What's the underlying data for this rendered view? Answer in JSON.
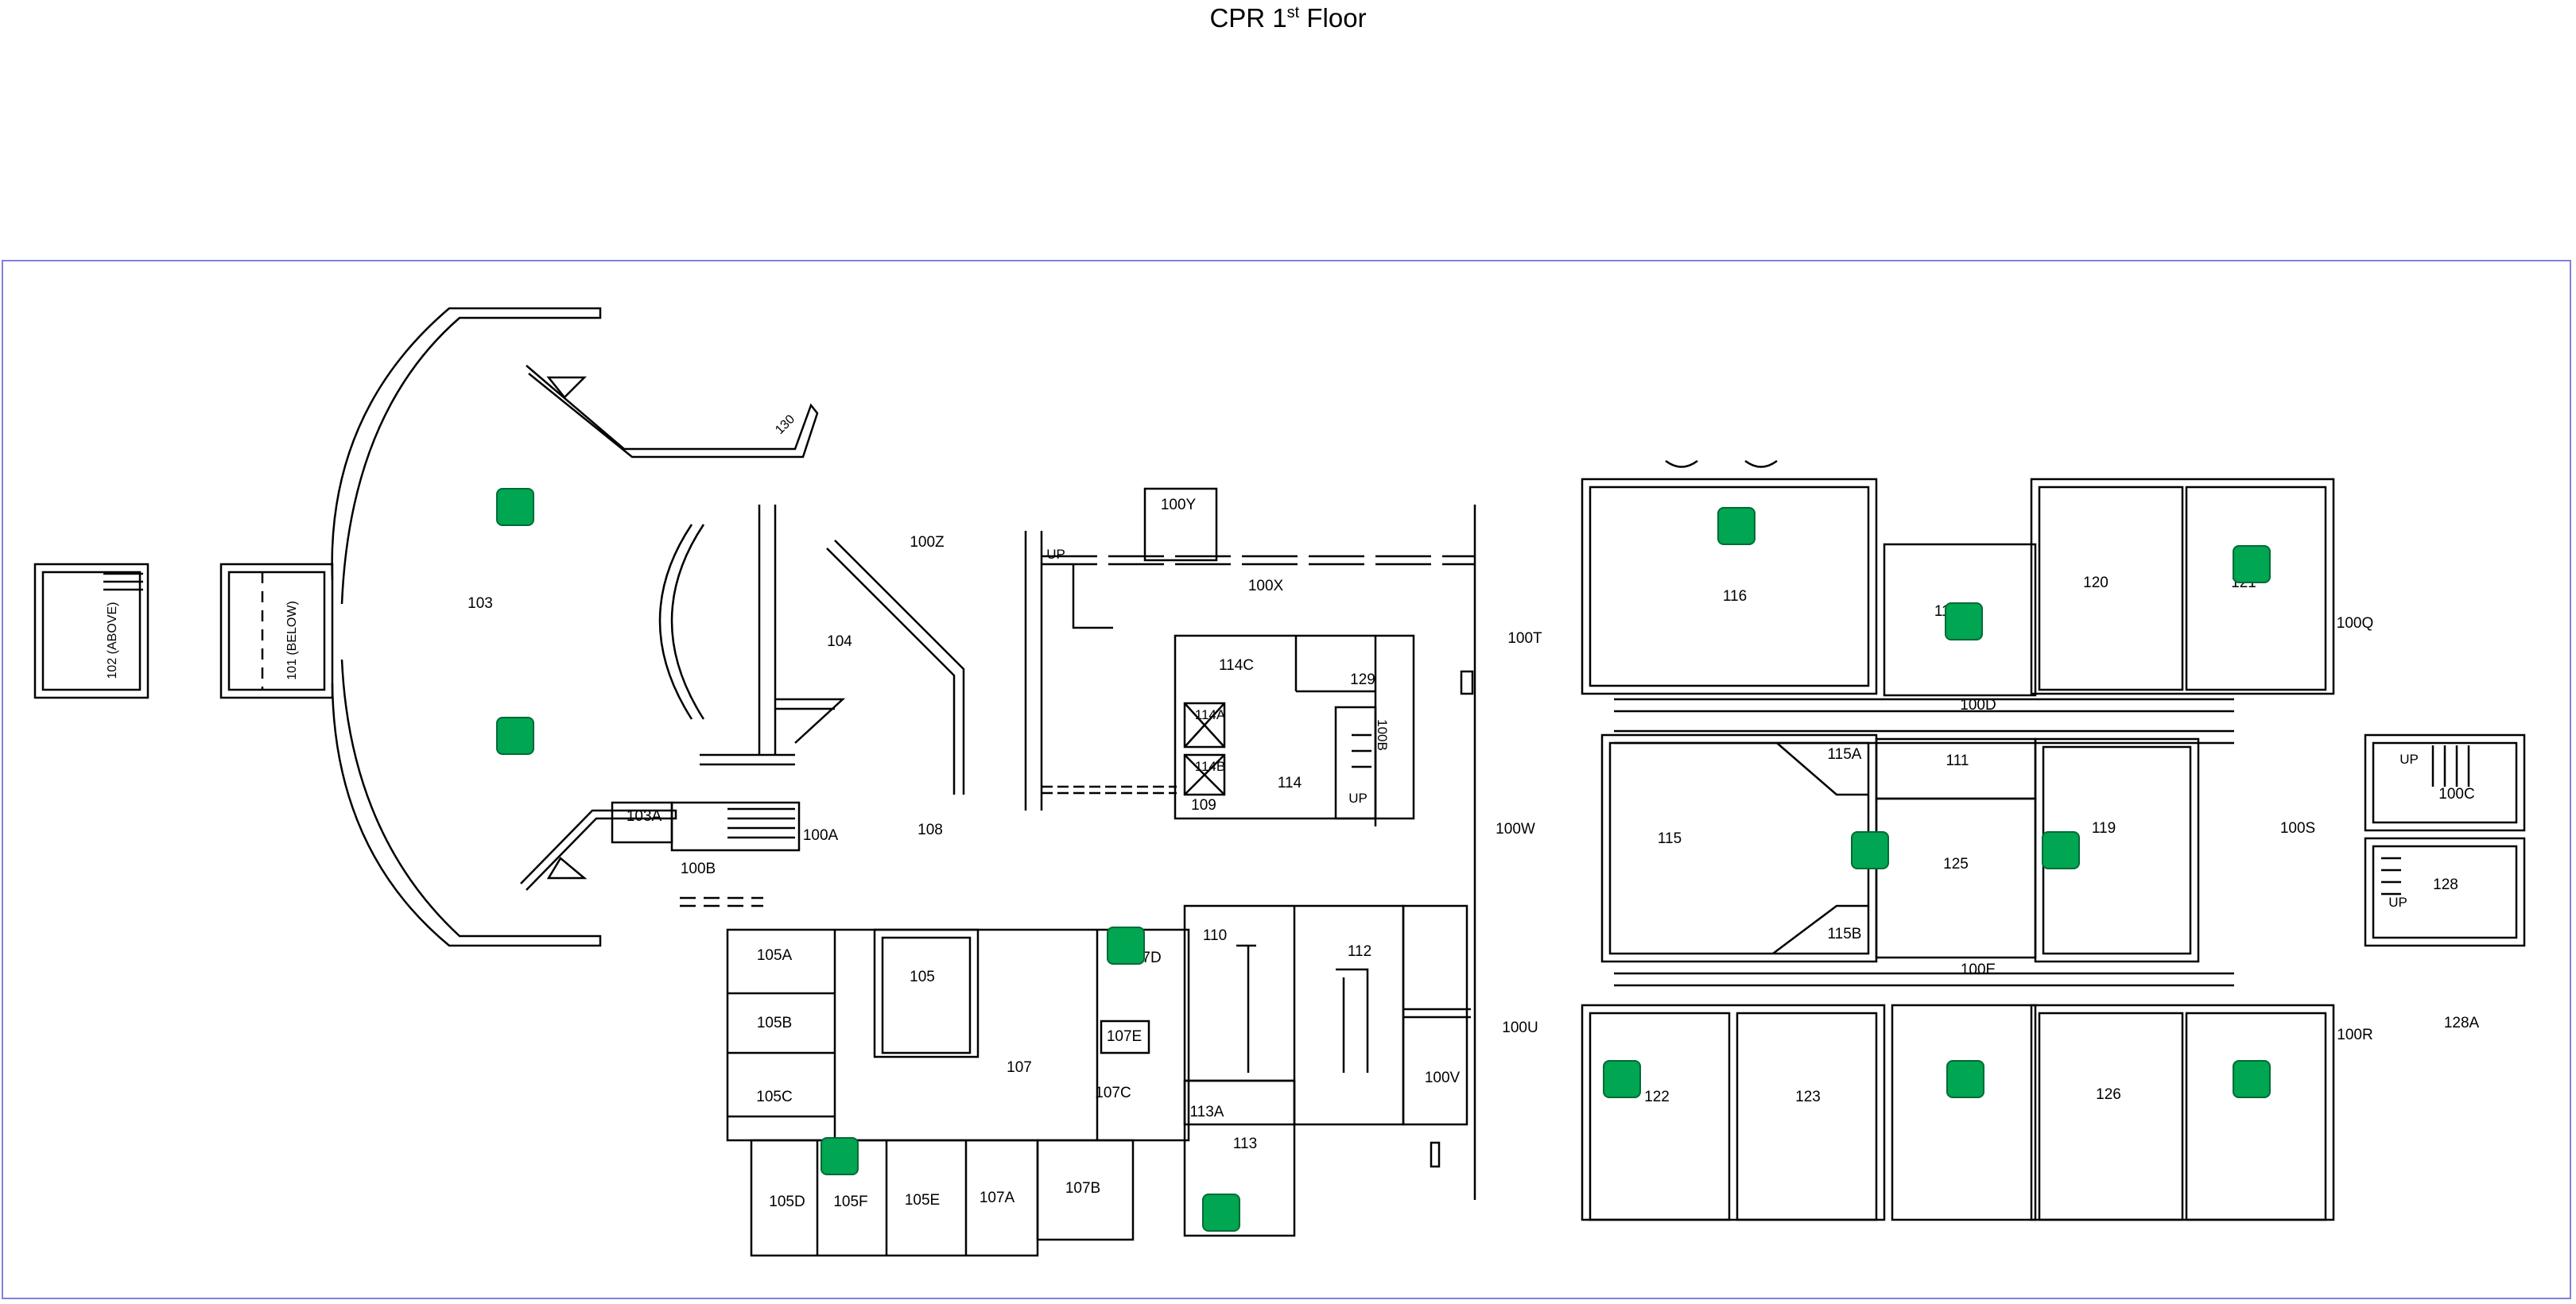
{
  "title": {
    "main": "CPR 1",
    "sup": "st",
    "tail": " Floor"
  },
  "rooms": {
    "r100Y": "100Y",
    "r100Z": "100Z",
    "r100X": "100X",
    "r100T": "100T",
    "r103": "103",
    "r104": "104",
    "r102": "102 (ABOVE)",
    "r101": "101 (BELOW)",
    "r130": "130",
    "r114C": "114C",
    "r129": "129",
    "r114A": "114A",
    "r114B": "114B",
    "r100B2": "100B",
    "r114": "114",
    "r109": "109",
    "r108": "108",
    "r103A": "103A",
    "r100A": "100A",
    "r100B": "100B",
    "r100W": "100W",
    "r110": "110",
    "r112": "112",
    "r107D": "107D",
    "r105A": "105A",
    "r105": "105",
    "r105B": "105B",
    "r105C": "105C",
    "r107": "107",
    "r107E": "107E",
    "r107C": "107C",
    "r113A": "113A",
    "r113": "113",
    "r100V": "100V",
    "r100U": "100U",
    "r105D": "105D",
    "r105F": "105F",
    "r105E": "105E",
    "r107A": "107A",
    "r107B": "107B",
    "r116": "116",
    "r117": "117",
    "r120": "120",
    "r121": "121",
    "r100Q": "100Q",
    "r100D": "100D",
    "r115A": "115A",
    "r111": "111",
    "r115": "115",
    "r125": "125",
    "r119": "119",
    "r115B": "115B",
    "r100S": "100S",
    "r100C": "100C",
    "r128": "128",
    "r100E": "100E",
    "r122": "122",
    "r123": "123",
    "r126": "126",
    "r100R": "100R",
    "r128A": "128A",
    "up1": "UP",
    "up2": "UP",
    "up3": "UP",
    "up4": "UP"
  },
  "marker_color": "#00a651"
}
